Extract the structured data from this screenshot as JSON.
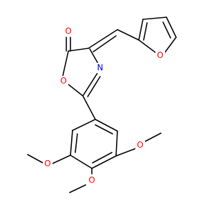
{
  "molecule": {
    "colors": {
      "bond": "#000000",
      "oxygen": "#ff0000",
      "nitrogen": "#0000ff",
      "background": "#ffffff"
    },
    "atoms": {
      "o_carbonyl": "O",
      "o_furan": "O",
      "o_oxazolone": "O",
      "n_oxazolone": "N",
      "o_methoxy_left": "O",
      "o_methoxy_right": "O",
      "o_methoxy_bottom": "O"
    }
  }
}
